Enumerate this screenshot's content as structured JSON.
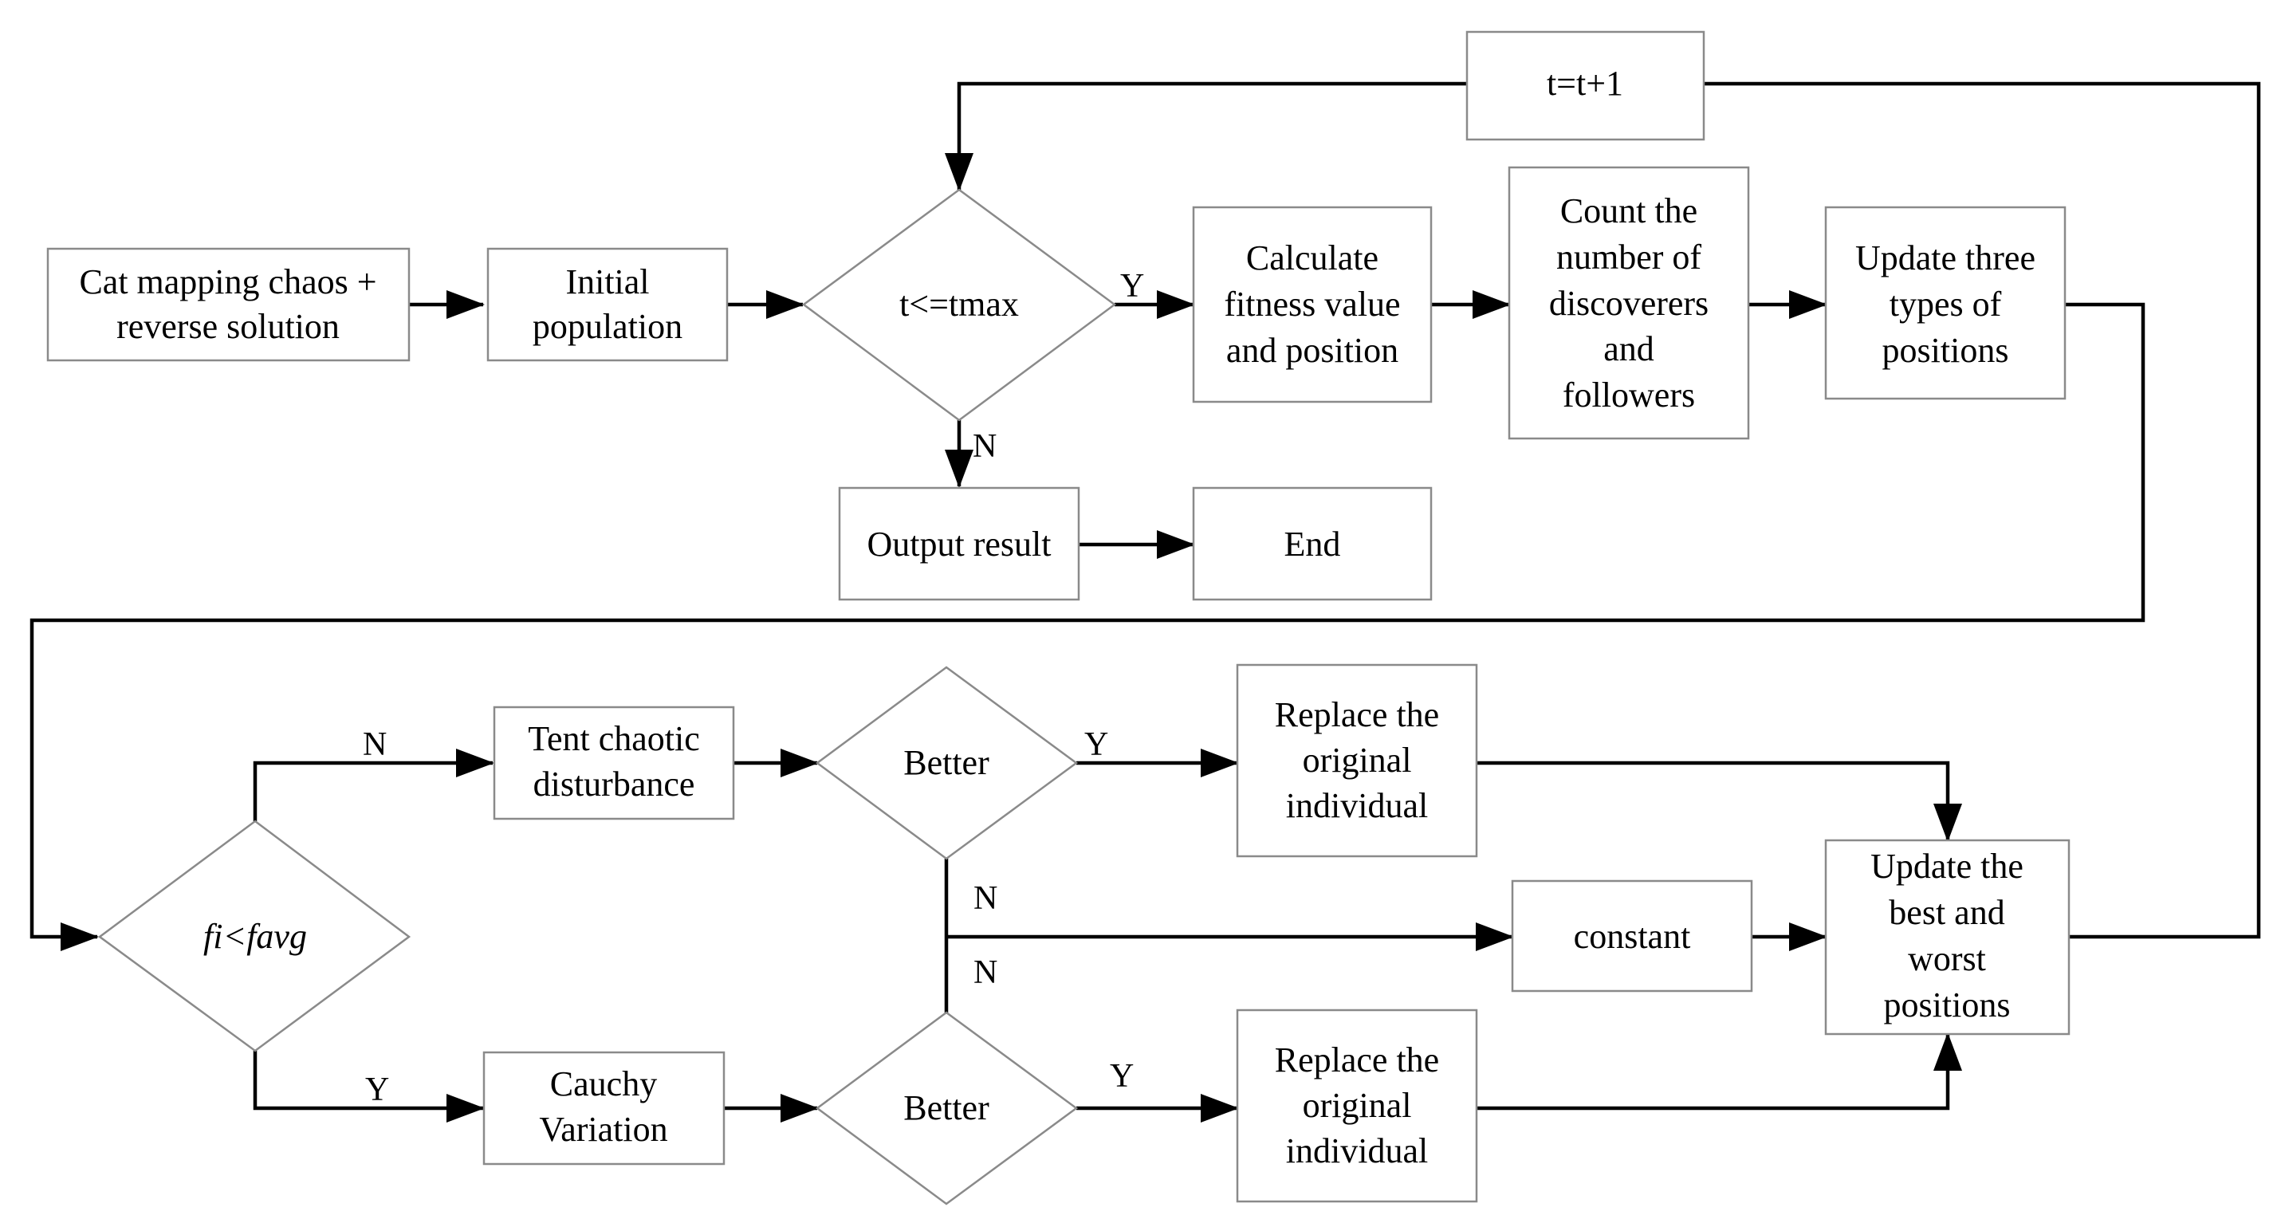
{
  "nodes": {
    "init_method": [
      "Cat mapping chaos +",
      "reverse solution"
    ],
    "initial_population": [
      "Initial",
      "population"
    ],
    "loop_condition": [
      "t<=tmax"
    ],
    "calc_fitness": [
      "Calculate",
      "fitness value",
      "and position"
    ],
    "count_roles": [
      "Count the",
      "number of",
      "discoverers",
      "and",
      "followers"
    ],
    "update_positions": [
      "Update three",
      "types of",
      "positions"
    ],
    "increment": [
      "t=t+1"
    ],
    "output_result": [
      "Output result"
    ],
    "end": [
      "End"
    ],
    "fitness_compare": [
      "fi<favg"
    ],
    "tent_disturbance": [
      "Tent chaotic",
      "disturbance"
    ],
    "cauchy_variation": [
      "Cauchy",
      "Variation"
    ],
    "better_top": [
      "Better"
    ],
    "better_bottom": [
      "Better"
    ],
    "replace_top": [
      "Replace the",
      "original",
      "individual"
    ],
    "replace_bottom": [
      "Replace the",
      "original",
      "individual"
    ],
    "constant": [
      "constant"
    ],
    "update_best_worst": [
      "Update the",
      "best and",
      "worst",
      "positions"
    ]
  },
  "edge_labels": {
    "loop_yes": "Y",
    "loop_no": "N",
    "compare_no": "N",
    "compare_yes": "Y",
    "better_top_yes": "Y",
    "better_top_no": "N",
    "better_bottom_no": "N",
    "better_bottom_yes": "Y"
  }
}
